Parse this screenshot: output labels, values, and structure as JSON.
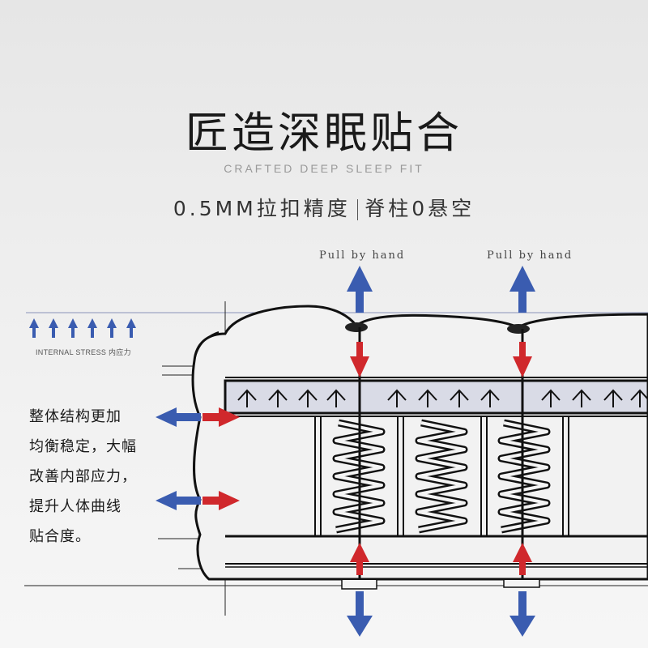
{
  "header": {
    "title": "匠造深眠贴合",
    "subtitle": "CRAFTED DEEP SLEEP FIT",
    "tagline_left": "0.5MM拉扣精度",
    "tagline_right": "脊柱0悬空"
  },
  "annotations": {
    "pull_left": "Pull by hand",
    "pull_right": "Pull by hand",
    "internal_stress": "INTERNAL STRESS 内应力",
    "internal_stress_arrow_count": 6
  },
  "description": {
    "lines": [
      "整体结构更加",
      "均衡稳定，大幅",
      "改善内部应力，",
      "提升人体曲线",
      "贴合度。"
    ]
  },
  "diagram": {
    "subject": "mattress cross-section",
    "layer_arrow_icon": "up-arrow-icon",
    "springs": 3,
    "pull_points": 2
  },
  "colors": {
    "blue_arrow": "#3a5cb0",
    "red_arrow": "#d0282c",
    "layer_fill": "#d9dbe6",
    "guide_line": "#8a93b8"
  }
}
